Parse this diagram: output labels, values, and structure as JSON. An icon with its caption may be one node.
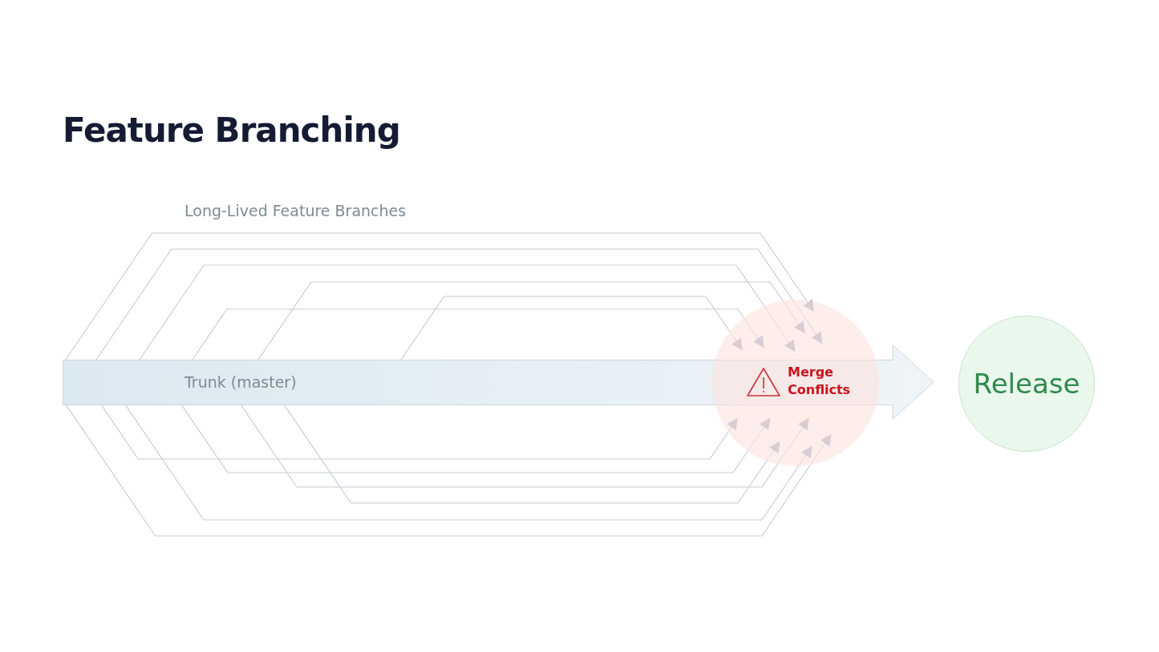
{
  "diagram": {
    "title": "Feature Branching",
    "nodes": [
      {
        "text": [
          "Trunk (master)"
        ]
      },
      {
        "text": [
          "Merge Conflicts"
        ]
      },
      {
        "text": [
          "Release"
        ]
      }
    ],
    "edges": [
      {
        "from": 0,
        "to": 1,
        "arrow": "to"
      },
      {
        "from": 0,
        "to": 1,
        "arrow": "to"
      },
      {
        "from": 0,
        "to": 1,
        "arrow": "to"
      },
      {
        "from": 0,
        "to": 1,
        "arrow": "to"
      },
      {
        "from": 0,
        "to": 1,
        "arrow": "to"
      },
      {
        "from": 0,
        "to": 1,
        "arrow": "to"
      },
      {
        "from": 0,
        "to": 1,
        "arrow": "to"
      },
      {
        "from": 0,
        "to": 1,
        "arrow": "to"
      },
      {
        "from": 0,
        "to": 1,
        "arrow": "to"
      },
      {
        "from": 0,
        "to": 1,
        "arrow": "to"
      },
      {
        "from": 0,
        "to": 1,
        "arrow": "to"
      },
      {
        "from": 0,
        "to": 1,
        "arrow": "to"
      }
    ],
    "labels": [
      "Long-Lived Feature Branches"
    ]
  }
}
